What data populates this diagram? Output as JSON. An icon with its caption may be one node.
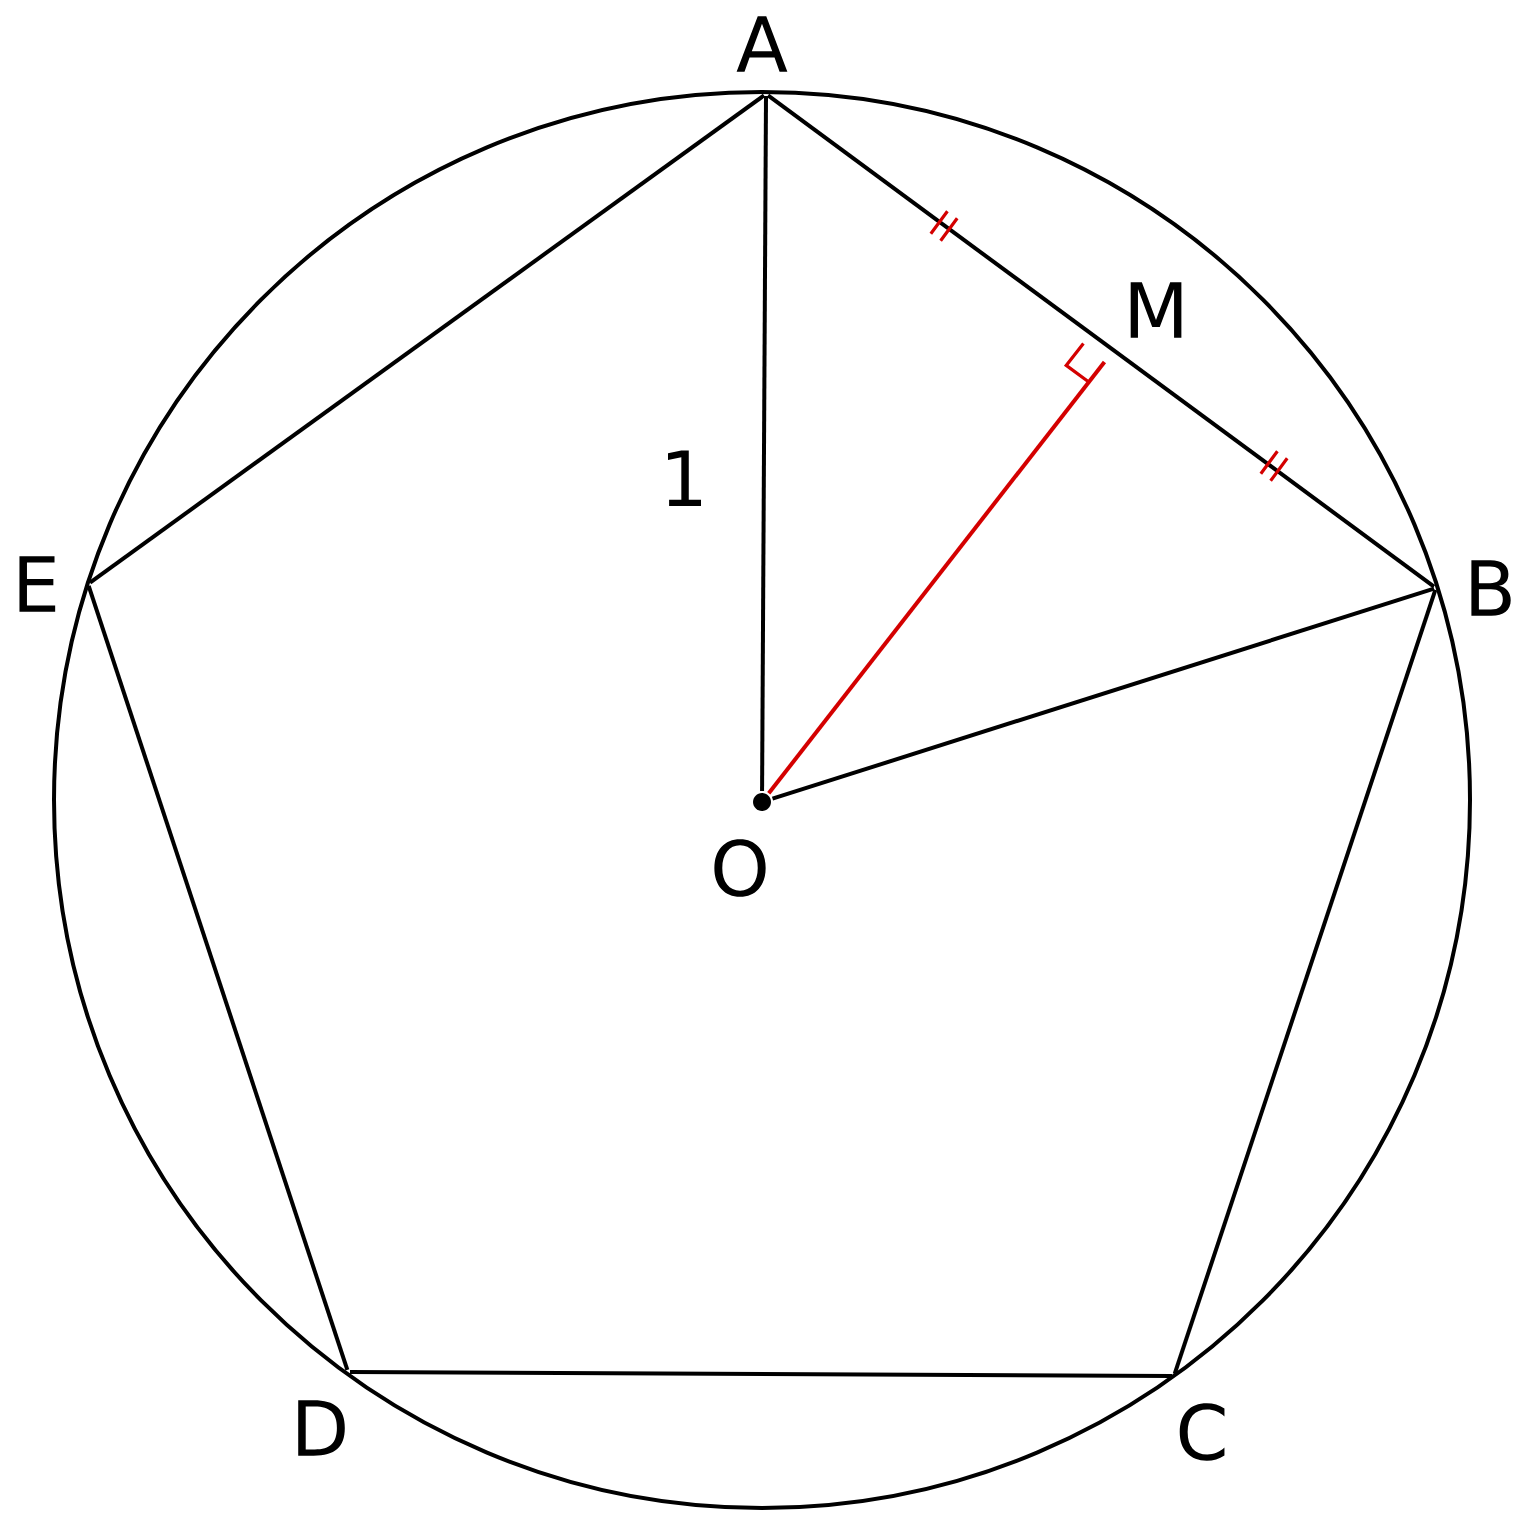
{
  "diagram": {
    "nodes": [
      {
        "text": [
          "A"
        ]
      },
      {
        "text": [
          "B"
        ]
      },
      {
        "text": [
          "C"
        ]
      },
      {
        "text": [
          "D"
        ]
      },
      {
        "text": [
          "E"
        ]
      },
      {
        "text": [
          "O"
        ]
      },
      {
        "text": [
          "M"
        ]
      }
    ],
    "edges": [
      {
        "from": 0,
        "to": 1,
        "arrow": "none"
      },
      {
        "from": 1,
        "to": 2,
        "arrow": "none"
      },
      {
        "from": 2,
        "to": 3,
        "arrow": "none"
      },
      {
        "from": 3,
        "to": 4,
        "arrow": "none"
      },
      {
        "from": 4,
        "to": 0,
        "arrow": "none"
      },
      {
        "from": 5,
        "to": 0,
        "arrow": "none",
        "label": "1"
      },
      {
        "from": 5,
        "to": 1,
        "arrow": "none"
      },
      {
        "from": 5,
        "to": 6,
        "arrow": "none",
        "color": "#d40000"
      }
    ]
  }
}
